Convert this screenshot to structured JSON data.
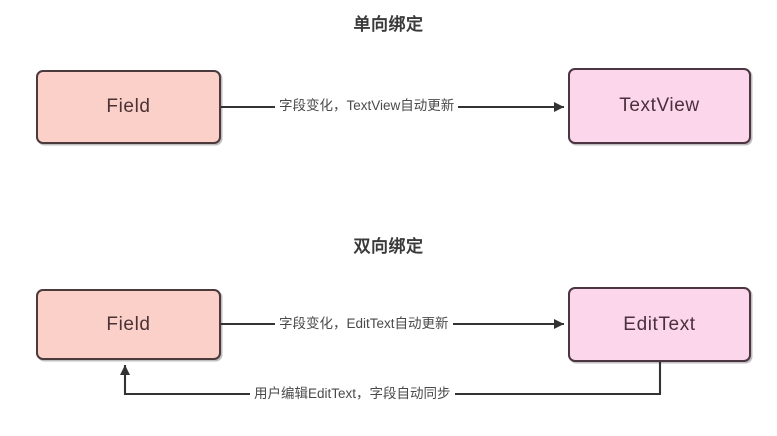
{
  "diagram": {
    "background_color": "#ffffff",
    "sections": [
      {
        "title": "单向绑定",
        "nodes": [
          {
            "id": "field-one",
            "label": "Field",
            "fill": "#fbd0c8",
            "border": "#46383c"
          },
          {
            "id": "textview",
            "label": "TextView",
            "fill": "#fcd7ec",
            "border": "#46383c"
          }
        ],
        "edges": [
          {
            "id": "one-way",
            "from": "field-one",
            "to": "textview",
            "label": "字段变化，TextView自动更新",
            "direction": "forward",
            "arrowhead": "solid-triangle"
          }
        ]
      },
      {
        "title": "双向绑定",
        "nodes": [
          {
            "id": "field-two",
            "label": "Field",
            "fill": "#fbd0c8",
            "border": "#46383c"
          },
          {
            "id": "edittext",
            "label": "EditText",
            "fill": "#fcd7ec",
            "border": "#46383c"
          }
        ],
        "edges": [
          {
            "id": "two-way-forward",
            "from": "field-two",
            "to": "edittext",
            "label": "字段变化，EditText自动更新",
            "direction": "forward",
            "arrowhead": "solid-triangle"
          },
          {
            "id": "two-way-return",
            "from": "edittext",
            "to": "field-two",
            "label": "用户编辑EditText，字段自动同步",
            "direction": "backward",
            "arrowhead": "solid-triangle"
          }
        ]
      }
    ],
    "line_color": "#3c3c3c"
  }
}
